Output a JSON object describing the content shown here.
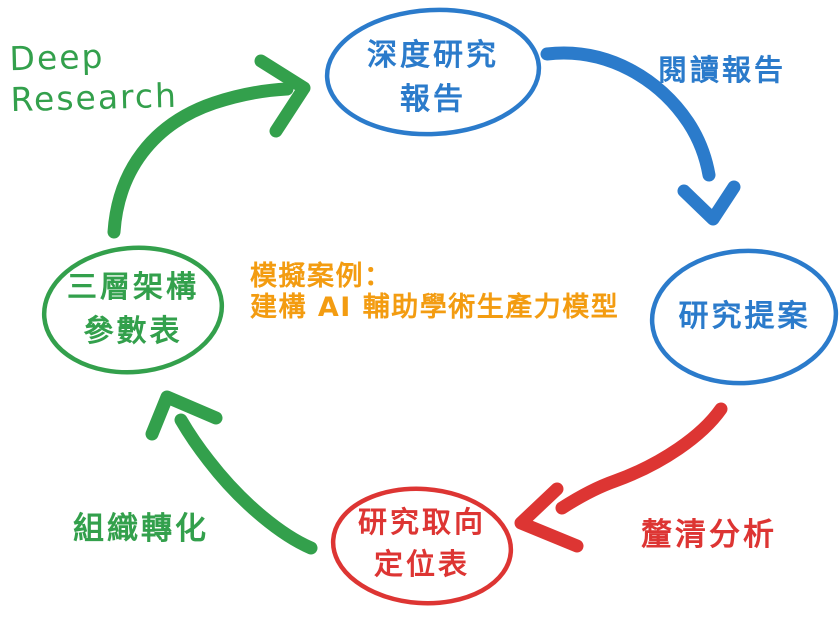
{
  "colors": {
    "green": "#33a04c",
    "blue": "#2b7bcb",
    "red": "#dd3533",
    "orange": "#f39c11"
  },
  "nodes": {
    "top": {
      "line1": "深度研究",
      "line2": "報告"
    },
    "right": {
      "line1": "研究提案"
    },
    "left": {
      "line1": "三層架構",
      "line2": "參數表"
    },
    "bottom": {
      "line1": "研究取向",
      "line2": "定位表"
    }
  },
  "annotations": {
    "deep_research_line1": "Deep",
    "deep_research_line2": "Research",
    "read_report": "閱讀報告",
    "clarify_analysis": "釐清分析",
    "organize_transform": "組織轉化"
  },
  "caption": {
    "line1": "模擬案例：",
    "line2": "建構 AI 輔助學術生產力模型"
  }
}
